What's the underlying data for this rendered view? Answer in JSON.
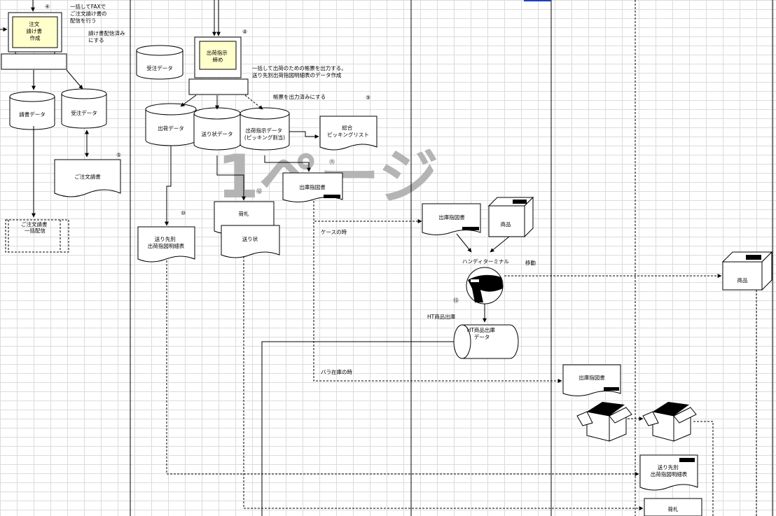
{
  "watermark": "1ページ",
  "circled_numbers": {
    "n4": "④",
    "n5": "⑤",
    "n8": "⑧",
    "n9": "⑨",
    "n10": "⑩",
    "n11": "⑪",
    "n12": "⑫",
    "n13": "⑬"
  },
  "nodes": {
    "order_pc": [
      "注文",
      "請け書",
      "作成"
    ],
    "order_note": [
      "一括してFAXで",
      "ご注文請け書の",
      "配信を行う"
    ],
    "order_note2": [
      "請け書配信済み",
      "にする"
    ],
    "ukesho_data": "請書データ",
    "juchu_data_left": "受注データ",
    "gochumon_ukesho": "ご注文請書",
    "batch_send": [
      "ご注文請書",
      "一括配信"
    ],
    "juchu_data_mid": "受注データ",
    "shukka_pc": [
      "出荷指示",
      "締め"
    ],
    "shukka_note": [
      "一括して出荷のための帳票を出力する。",
      "送り先別出荷指図明細表のデータ作成"
    ],
    "print_done_note": "帳票を出力済みにする",
    "shukka_data": "出荷データ",
    "okurijo_data": "送り状データ",
    "shukka_shiji_data": [
      "出荷指示データ",
      "(ピッキング割当)"
    ],
    "sogo_picking": [
      "総合",
      "ピッキングリスト"
    ],
    "shukko_sashizu_1": "出庫指図書",
    "nifuda_1": "荷札",
    "okurijo_1": "送り状",
    "okurisaki_meisai_1": [
      "送り先別",
      "出荷指図明細表"
    ],
    "case_label": "ケースの時",
    "shukko_sashizu_2": "出庫指図書",
    "shohin_1": "商品",
    "handy": "ハンディターミナル",
    "move": "移動",
    "shohin_2": "商品",
    "ht_label": "HT商品出庫",
    "ht_data": [
      "HT商品出庫",
      "データ"
    ],
    "bara_label": "バラ在庫の時",
    "shukko_sashizu_3": "出庫指図書",
    "okurisaki_meisai_2": [
      "送り先別",
      "出荷指図明細表"
    ],
    "nifuda_2": "荷札"
  }
}
